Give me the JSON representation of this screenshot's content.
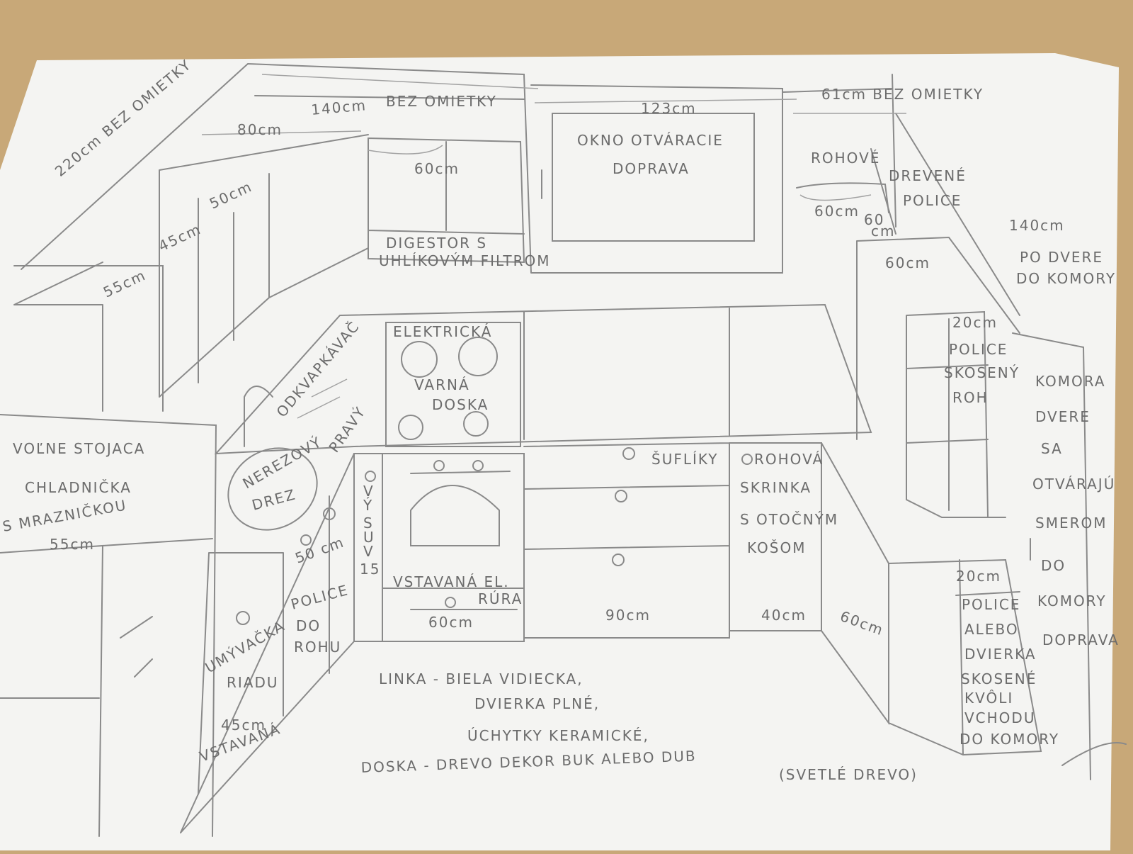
{
  "colors": {
    "table": "#c8a878",
    "paper": "#f4f4f2",
    "pencil": "#777777"
  },
  "labels": {
    "wall_left": "220cm BEZ OMIETKY",
    "width_80": "80cm",
    "width_140": "140cm",
    "bez_omietky_1": "BEZ OMIETKY",
    "width_123": "123cm",
    "width_61": "61cm BEZ OMIETKY",
    "window": [
      "OKNO OTVÁRACIE",
      "DOPRAVA"
    ],
    "corner_shelves": [
      "ROHOVÉ",
      "DREVENÉ",
      "POLICE"
    ],
    "shelf_60a": "60cm",
    "shelf_60b": "60",
    "shelf_60b_unit": "cm",
    "to_door": [
      "140cm",
      "PO DVERE",
      "DO KOMORY"
    ],
    "hood_width": "60cm",
    "hood": [
      "DIGESTOR S",
      "UHLÍKOVÝM FILTROM"
    ],
    "upper_50": "50cm",
    "upper_45": "45cm",
    "upper_55": "55cm",
    "tall_60": "60cm",
    "shelf_20a": "20cm",
    "shelf_skoseny": [
      "POLICE",
      "SKOSENÝ",
      "ROH"
    ],
    "pantry": [
      "KOMORA",
      "DVERE",
      "SA",
      "OTVÁRAJÚ",
      "SMEROM",
      "DO",
      "KOMORY",
      "DOPRAVA"
    ],
    "hob": [
      "ELEKTRICKÁ",
      "VARNÁ",
      "DOSKA"
    ],
    "drainer": "ODKVAPKÁVAČ",
    "drainer_right": "PRAVÝ",
    "sink": [
      "NEREZOVÝ",
      "DREZ"
    ],
    "fridge": [
      "VOĽNE STOJACA",
      "CHLADNIČKA",
      "S MRAZNIČKOU"
    ],
    "fridge_width": "55cm",
    "pullout": [
      "V",
      "Ý",
      "S",
      "U",
      "V",
      "15"
    ],
    "corner_shelf_50": "50 cm",
    "corner_shelf": [
      "POLICE",
      "DO",
      "ROHU"
    ],
    "dishwasher": [
      "UMÝVAČKA",
      "RIADU",
      "45cm",
      "VSTAVANÁ"
    ],
    "oven": [
      "VSTAVANÁ EL.",
      "RÚRA",
      "60cm"
    ],
    "drawers": "ŠUFLÍKY",
    "drawers_width": "90cm",
    "corner_cabinet": [
      "ROHOVÁ",
      "SKRINKA",
      "S OTOČNÝM",
      "KOŠOM"
    ],
    "corner_cabinet_width": "40cm",
    "right_60": "60cm",
    "shelf_20b": "20cm",
    "shelf_or_doors": [
      "POLICE",
      "ALEBO",
      "DVIERKA",
      "SKOSENÉ",
      "KVÔLI",
      "VCHODU",
      "DO KOMORY"
    ],
    "notes": [
      "LINKA - BIELA VIDIECKA,",
      "DVIERKA PLNÉ,",
      "ÚCHYTKY KERAMICKÉ,",
      "DOSKA - DREVO DEKOR BUK ALEBO DUB",
      "(SVETLÉ DREVO)"
    ]
  }
}
